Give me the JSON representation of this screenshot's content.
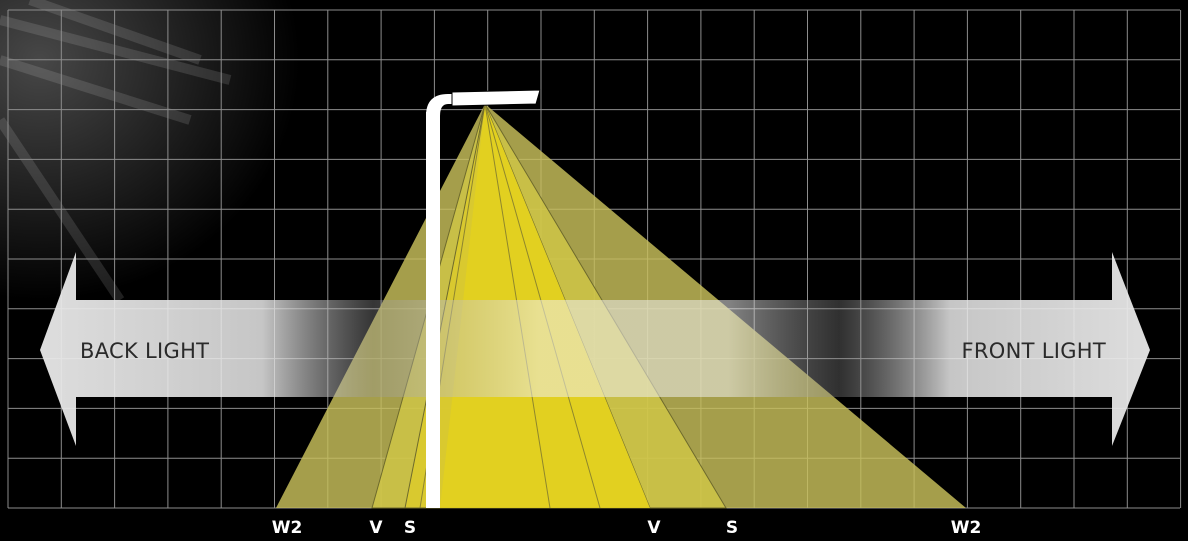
{
  "diagram": {
    "back_light_label": "BACK LIGHT",
    "front_light_label": "FRONT LIGHT",
    "bottom_labels": {
      "w2_left": "W2",
      "v_left": "V",
      "s_left": "S",
      "v_right": "V",
      "s_right": "S",
      "w2_right": "W2"
    },
    "colors": {
      "background": "#000000",
      "grid": "#8a8a8a",
      "beam_outer": "#c8bf55",
      "beam_inner": "#d9c72e",
      "arrow": "#e8e8e8",
      "pole": "#ffffff"
    }
  }
}
